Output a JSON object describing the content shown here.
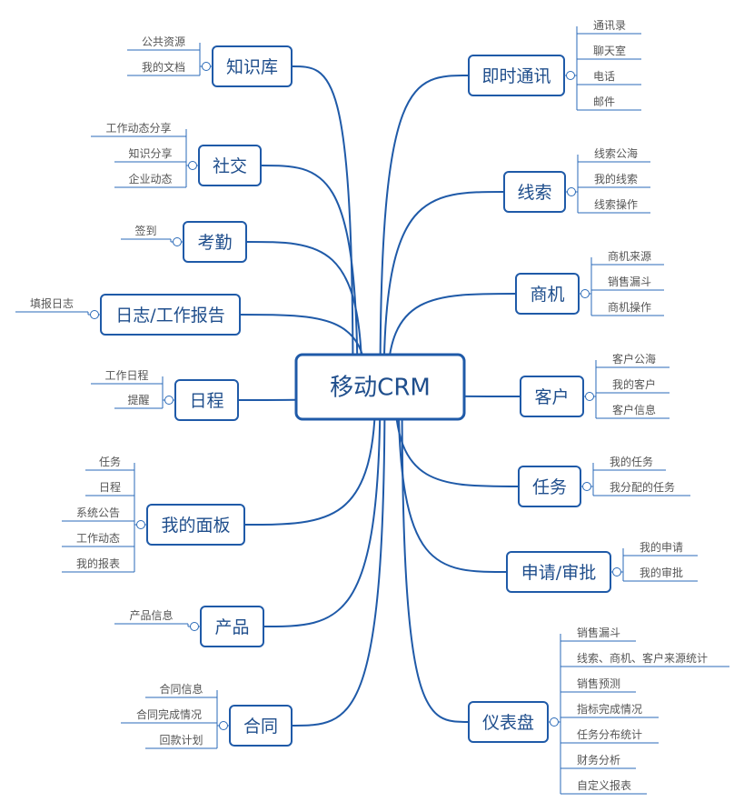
{
  "center": {
    "label": "移动CRM"
  },
  "branches": [
    {
      "id": "knowledge",
      "label": "知识库",
      "items": [
        "公共资源",
        "我的文档"
      ]
    },
    {
      "id": "social",
      "label": "社交",
      "items": [
        "工作动态分享",
        "知识分享",
        "企业动态"
      ]
    },
    {
      "id": "attendance",
      "label": "考勤",
      "items": [
        "签到"
      ]
    },
    {
      "id": "log",
      "label": "日志/工作报告",
      "items": [
        "填报日志"
      ]
    },
    {
      "id": "schedule",
      "label": "日程",
      "items": [
        "工作日程",
        "提醒"
      ]
    },
    {
      "id": "panel",
      "label": "我的面板",
      "items": [
        "任务",
        "日程",
        "系统公告",
        "工作动态",
        "我的报表"
      ]
    },
    {
      "id": "product",
      "label": "产品",
      "items": [
        "产品信息"
      ]
    },
    {
      "id": "contract",
      "label": "合同",
      "items": [
        "合同信息",
        "合同完成情况",
        "回款计划"
      ]
    },
    {
      "id": "im",
      "label": "即时通讯",
      "items": [
        "通讯录",
        "聊天室",
        "电话",
        "邮件"
      ]
    },
    {
      "id": "leads",
      "label": "线索",
      "items": [
        "线索公海",
        "我的线索",
        "线索操作"
      ]
    },
    {
      "id": "opportunity",
      "label": "商机",
      "items": [
        "商机来源",
        "销售漏斗",
        "商机操作"
      ]
    },
    {
      "id": "customer",
      "label": "客户",
      "items": [
        "客户公海",
        "我的客户",
        "客户信息"
      ]
    },
    {
      "id": "task",
      "label": "任务",
      "items": [
        "我的任务",
        "我分配的任务"
      ]
    },
    {
      "id": "approval",
      "label": "申请/审批",
      "items": [
        "我的申请",
        "我的审批"
      ]
    },
    {
      "id": "dashboard",
      "label": "仪表盘",
      "items": [
        "销售漏斗",
        "线索、商机、客户来源统计",
        "销售预测",
        "指标完成情况",
        "任务分布统计",
        "财务分析",
        "自定义报表"
      ]
    }
  ],
  "colors": {
    "line": "#1f5aa8",
    "text": "#1f4e8c",
    "leaf": "#555555"
  }
}
